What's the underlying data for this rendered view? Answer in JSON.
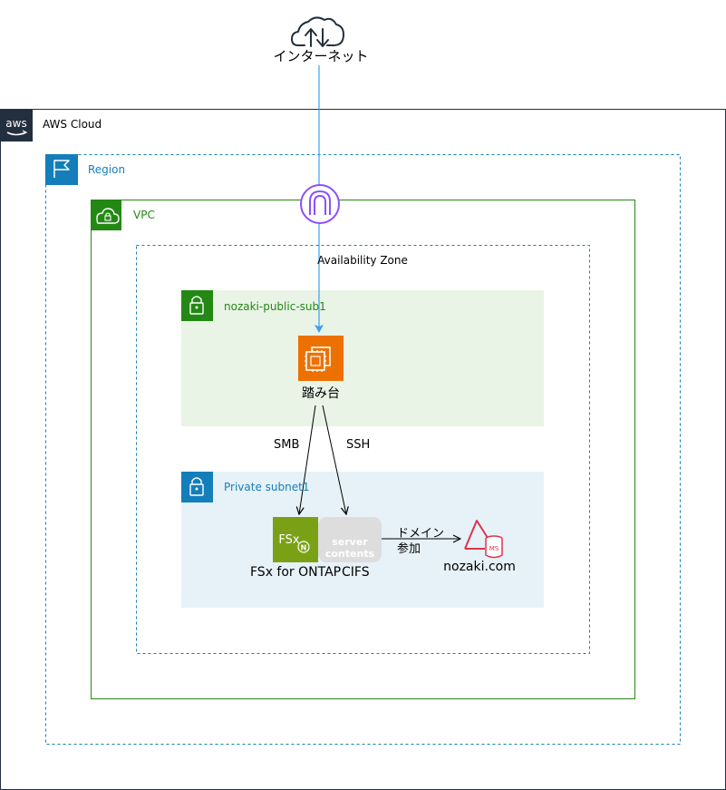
{
  "internet": {
    "label": "インターネット"
  },
  "aws_cloud": {
    "label": "AWS Cloud"
  },
  "region": {
    "label": "Region"
  },
  "vpc": {
    "label": "VPC"
  },
  "availability_zone": {
    "label": "Availability Zone"
  },
  "public_subnet": {
    "label": "nozaki-public-sub1"
  },
  "private_subnet": {
    "label": "Private subnet1"
  },
  "bastion": {
    "label": "踏み台"
  },
  "fsx": {
    "label": "FSx for ONTAP",
    "icon_text": "FSx"
  },
  "cifs": {
    "label": "CIFS",
    "icon_text_1": "server",
    "icon_text_2": "contents"
  },
  "domain": {
    "label": "nozaki.com",
    "icon_text": "MS"
  },
  "edges": {
    "smb": "SMB",
    "ssh": "SSH",
    "join_1": "ドメイン",
    "join_2": "参加"
  },
  "colors": {
    "cloud_border": "#232f3e",
    "region_border": "#147eba",
    "vpc_border": "#248814",
    "az_border": "#147eba",
    "public_fill": "#e9f3e6",
    "public_text": "#248814",
    "private_fill": "#e6f2f8",
    "private_text": "#147eba",
    "ec2_orange": "#ed7100",
    "fsx_green": "#7aa116",
    "igw_purple": "#8c4fff",
    "internet_arrow": "#3b9ff0",
    "ms_red": "#dd344c"
  }
}
